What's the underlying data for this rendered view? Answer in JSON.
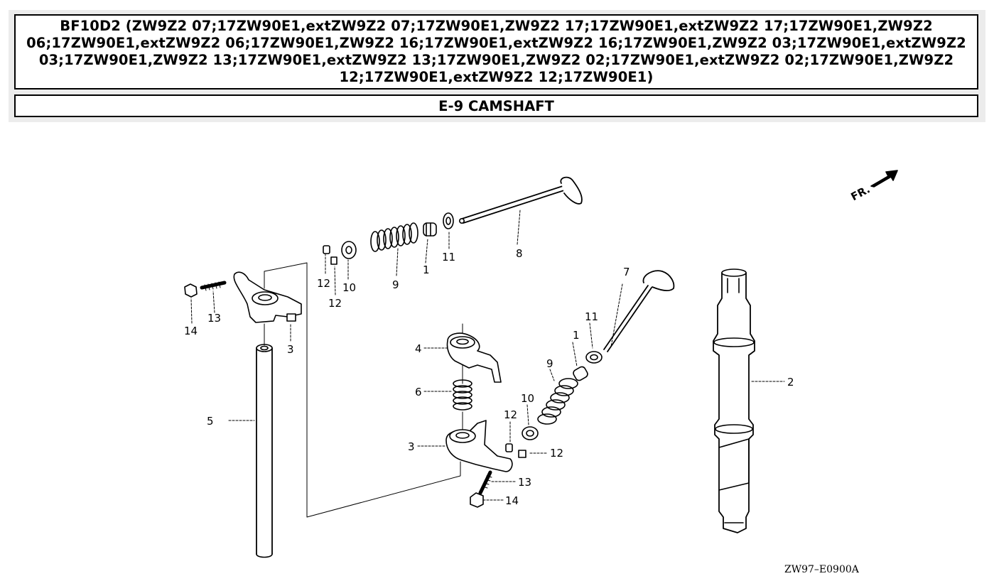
{
  "header": {
    "title": "BF10D2 (ZW9Z2 07;17ZW90E1,extZW9Z2 07;17ZW90E1,ZW9Z2 17;17ZW90E1,extZW9Z2 17;17ZW90E1,ZW9Z2 06;17ZW90E1,extZW9Z2 06;17ZW90E1,ZW9Z2 16;17ZW90E1,extZW9Z2 16;17ZW90E1,ZW9Z2 03;17ZW90E1,extZW9Z2 03;17ZW90E1,ZW9Z2 13;17ZW90E1,extZW9Z2 13;17ZW90E1,ZW9Z2 02;17ZW90E1,extZW9Z2 02;17ZW90E1,ZW9Z2 12;17ZW90E1,extZW9Z2 12;17ZW90E1)",
    "section": "E-9 CAMSHAFT"
  },
  "diagram": {
    "front_indicator": "FR.",
    "drawing_code": "ZW97–E0900A",
    "callouts": {
      "c1a": "1",
      "c1b": "1",
      "c2": "2",
      "c3a": "3",
      "c3b": "3",
      "c4": "4",
      "c5": "5",
      "c6": "6",
      "c7": "7",
      "c8": "8",
      "c9a": "9",
      "c9b": "9",
      "c10a": "10",
      "c10b": "10",
      "c11a": "11",
      "c11b": "11",
      "c12a": "12",
      "c12b": "12",
      "c12c": "12",
      "c12d": "12",
      "c13a": "13",
      "c13b": "13",
      "c14a": "14",
      "c14b": "14"
    }
  }
}
